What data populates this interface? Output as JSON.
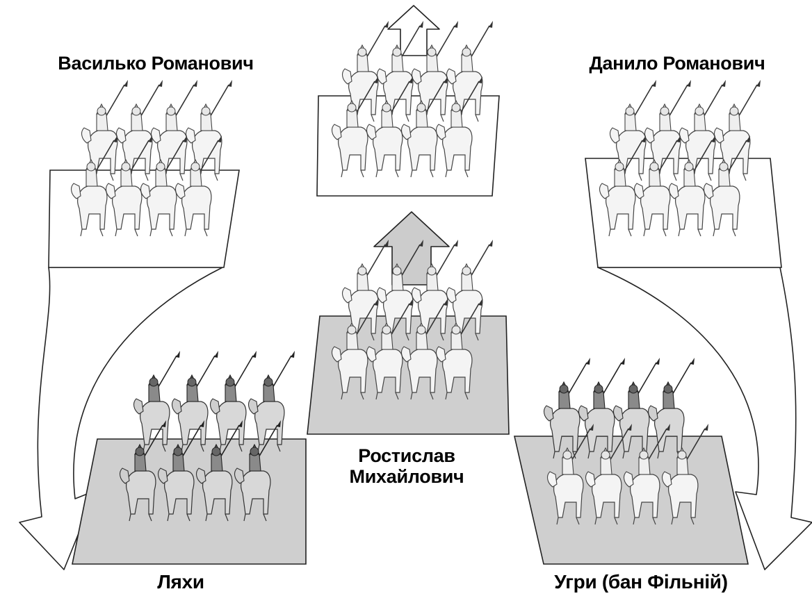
{
  "diagram": {
    "labels": {
      "vasylko": "Василько Романович",
      "danylo": "Данило Романович",
      "rostyslav_line1": "Ростислав",
      "rostyslav_line2": "Михайлович",
      "lyakhy": "Ляхи",
      "uhry": "Угри (бан Фільній)"
    },
    "colors": {
      "background": "#ffffff",
      "unit_base_white": "#ffffff",
      "unit_base_grey": "#cfcfcf",
      "arrow_fill": "#ffffff",
      "arrow_fill_grey": "#cccccc",
      "outline": "#222222",
      "knight_light": "#f2f2f2",
      "knight_dark": "#555555"
    },
    "units": [
      {
        "id": "unit-vasylko",
        "shading": "light"
      },
      {
        "id": "unit-danylo",
        "shading": "light"
      },
      {
        "id": "unit-rostyslav-front",
        "shading": "light"
      },
      {
        "id": "unit-rostyslav",
        "shading": "light"
      },
      {
        "id": "unit-lyakhy",
        "shading": "dark"
      },
      {
        "id": "unit-uhry",
        "shading": "dark"
      }
    ]
  }
}
